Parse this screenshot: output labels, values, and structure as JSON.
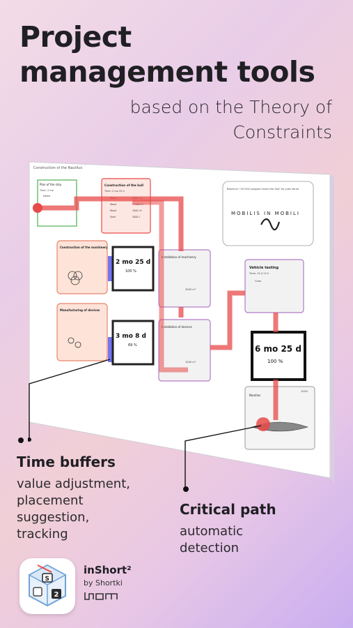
{
  "headline": "Project management tools",
  "subhead": "based on the Theory of Constraints",
  "board": {
    "title": "Construction of the Nautilus",
    "plan_card": {
      "title": "Plan of the ship",
      "time": "Time: 3 mo",
      "role": "Nemo"
    },
    "hull_card": {
      "title": "Construction of the hull",
      "time": "Time: 2 mo 25 d",
      "rows": [
        "Wood",
        "Wood",
        "Wood",
        "Steel"
      ],
      "values": [
        "5000 m²",
        "+5000 m²",
        "1000 m²",
        "5000 t"
      ]
    },
    "machinery_card": {
      "title": "Construction of the machinery"
    },
    "manufacturing_card": {
      "title": "Manufacturing of devices"
    },
    "installation_machinery": {
      "title": "Installation of machinery",
      "value": "3000 m²"
    },
    "installation_devices": {
      "title": "Installation of devices",
      "value": "1000 m²"
    },
    "buffer_1": {
      "value": "2 mo 25 d",
      "percent": "100 %"
    },
    "buffer_2": {
      "value": "3 mo 8 d",
      "percent": "69 %"
    },
    "buffer_3": {
      "value": "6 mo 25 d",
      "percent": "100 %"
    },
    "vehicle_testing": {
      "title": "Vehicle testing",
      "time": "Time: 15 d 12 h",
      "role": "Crew"
    },
    "final_card": {
      "title": "Nautilus",
      "percent": "100%"
    },
    "quote_card": {
      "text": "Based on \"20 000 Leagues Under the Sea\" by Jules Verne",
      "motto": "MOBILIS IN MOBILI"
    }
  },
  "callout_buffers": {
    "title": "Time buffers",
    "text": [
      "value adjustment,",
      "placement",
      "suggestion,",
      "tracking"
    ]
  },
  "callout_critical": {
    "title": "Critical path",
    "text": [
      "automatic",
      "detection"
    ]
  },
  "brand": {
    "name": "inShort²",
    "by": "by Shortki"
  },
  "colors": {
    "critical": "#e84a4a",
    "buffer": "#5a5cf0",
    "accent": "#1f1f24"
  }
}
